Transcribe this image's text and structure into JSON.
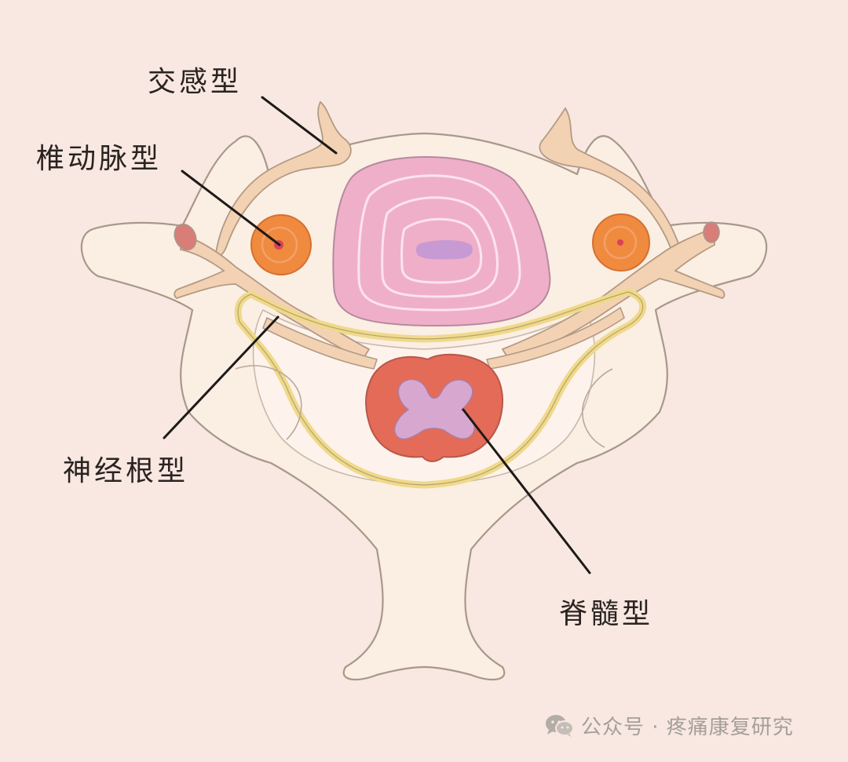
{
  "diagram": {
    "labels": {
      "sympathetic": "交感型",
      "vertebral_artery": "椎动脉型",
      "nerve_root": "神经根型",
      "spinal_cord": "脊髓型"
    }
  },
  "watermark": {
    "icon": "wechat-icon",
    "text": "公众号 · 疼痛康复研究"
  },
  "colors": {
    "background": "#f8e8e1",
    "bone": "#fbeee2",
    "disc": "#f0afc8",
    "nucleus": "#c79ad3",
    "artery": "#ef8a3f",
    "spinal_cord": "#e46b58",
    "grey_matter": "#d8a7cf",
    "nerve": "#f3d2b4",
    "dura": "#efd98b"
  }
}
